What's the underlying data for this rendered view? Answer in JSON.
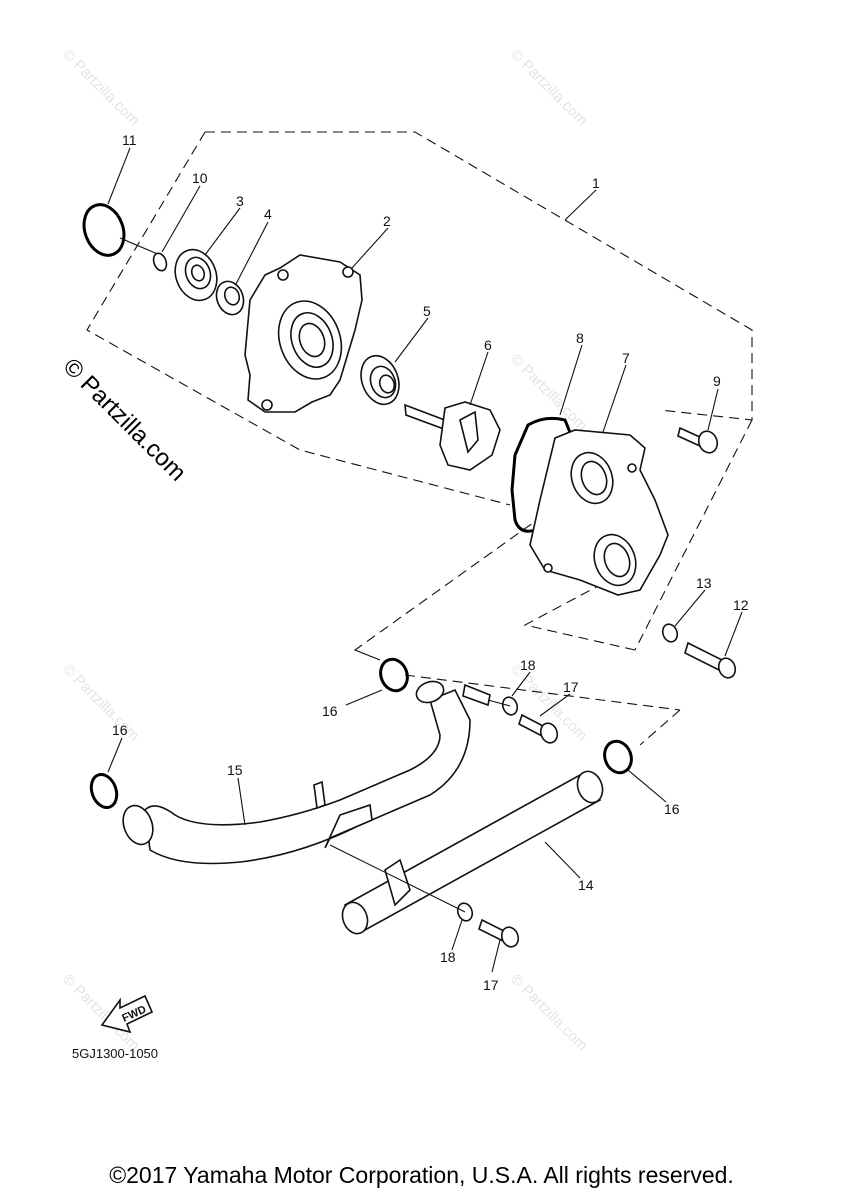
{
  "watermarks": {
    "side": "© Partzilla.com",
    "faint": "© Partzilla.com"
  },
  "diagram_code": "5GJ1300-1050",
  "fwd_label": "FWD",
  "copyright": "©2017 Yamaha Motor Corporation, U.S.A. All rights reserved.",
  "callouts": [
    "1",
    "2",
    "3",
    "4",
    "5",
    "6",
    "7",
    "8",
    "9",
    "10",
    "11",
    "12",
    "13",
    "14",
    "15",
    "16",
    "16",
    "16",
    "17",
    "17",
    "18",
    "18"
  ]
}
